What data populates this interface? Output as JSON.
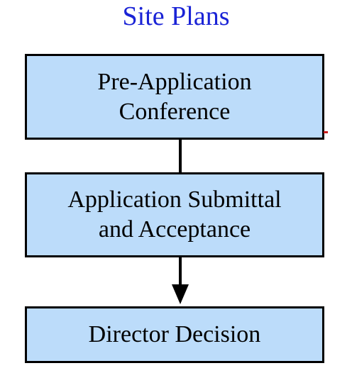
{
  "title": "Site Plans",
  "steps": [
    {
      "line1": "Pre-Application",
      "line2": "Conference"
    },
    {
      "line1": "Application Submittal",
      "line2": "and Acceptance"
    },
    {
      "line1": "Director Decision"
    }
  ],
  "colors": {
    "title": "#1a23d6",
    "box_fill": "#bcdcfa",
    "box_border": "#000000",
    "connector": "#000000",
    "stray_mark": "#c81e1e"
  }
}
